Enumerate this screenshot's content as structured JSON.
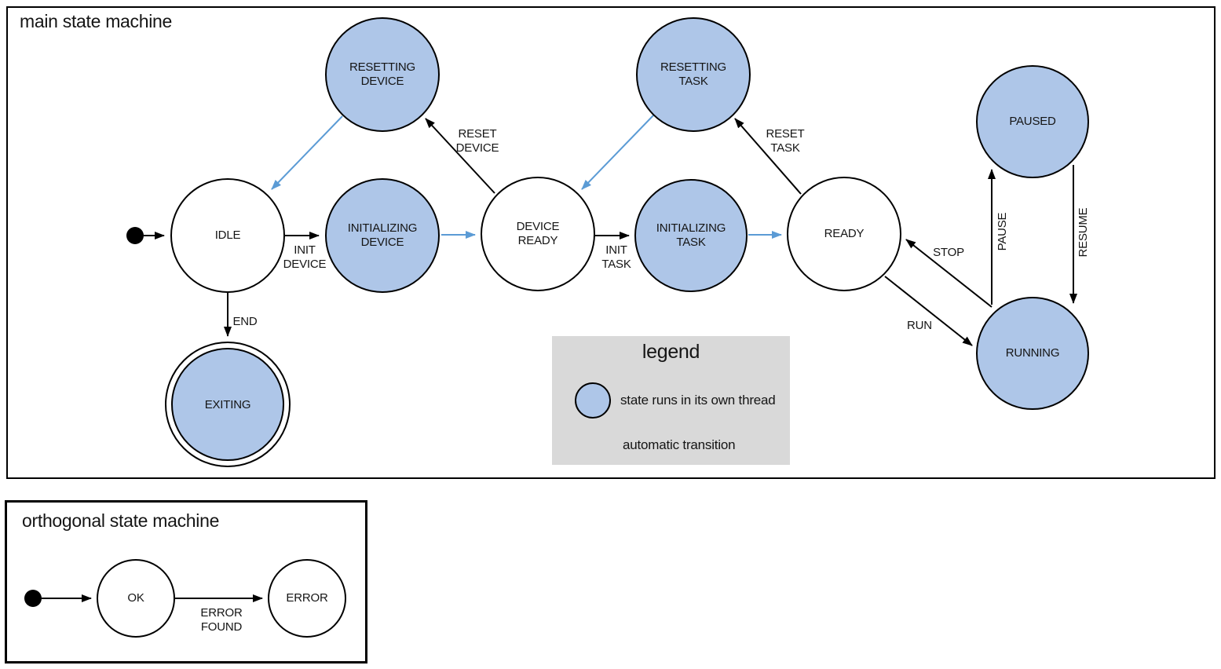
{
  "colors": {
    "threaded_state_fill": "#aec6e8",
    "auto_transition": "#5b9bd5",
    "legend_background": "#d9d9d9",
    "outline": "#000000"
  },
  "main": {
    "title": "main state machine",
    "states": {
      "idle": "IDLE",
      "resetting_device": "RESETTING\nDEVICE",
      "initializing_device": "INITIALIZING\nDEVICE",
      "device_ready": "DEVICE\nREADY",
      "resetting_task": "RESETTING\nTASK",
      "initializing_task": "INITIALIZING\nTASK",
      "ready": "READY",
      "paused": "PAUSED",
      "running": "RUNNING",
      "exiting": "EXITING"
    },
    "transitions": {
      "init_device": "INIT\nDEVICE",
      "reset_device": "RESET\nDEVICE",
      "init_task": "INIT\nTASK",
      "reset_task": "RESET\nTASK",
      "end": "END",
      "run": "RUN",
      "stop": "STOP",
      "pause": "PAUSE",
      "resume": "RESUME"
    }
  },
  "legend": {
    "title": "legend",
    "thread_item": "state runs in its own thread",
    "auto_item": "automatic transition"
  },
  "orthogonal": {
    "title": "orthogonal state machine",
    "states": {
      "ok": "OK",
      "error": "ERROR"
    },
    "transitions": {
      "error_found": "ERROR\nFOUND"
    }
  }
}
